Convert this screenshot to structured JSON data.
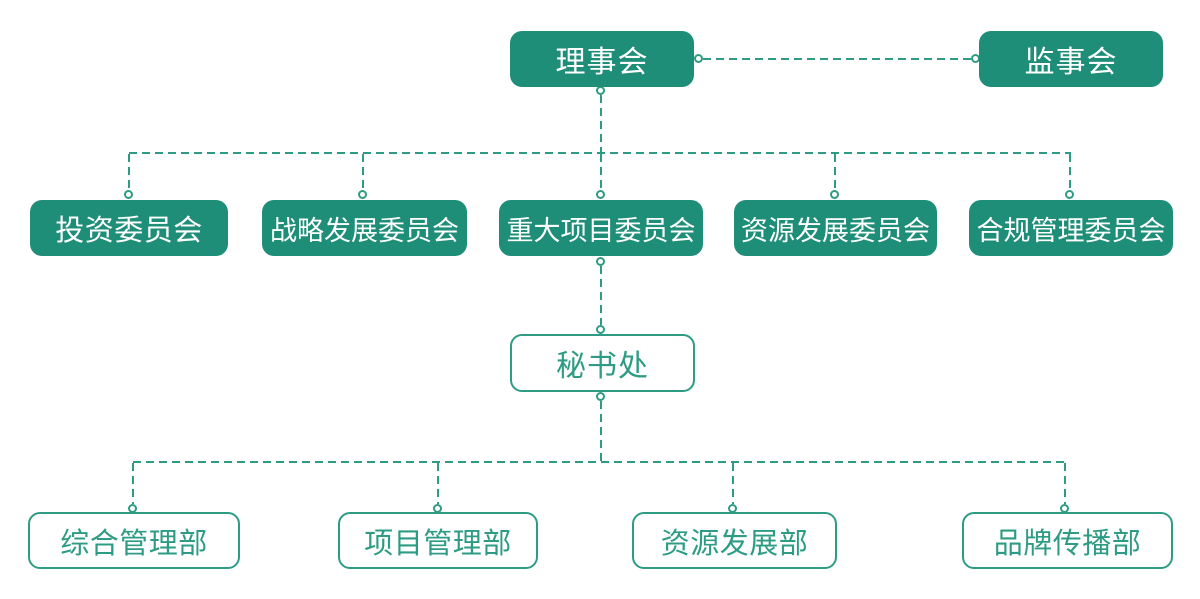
{
  "diagram_title": "",
  "colors": {
    "node_fill_green": "#1f8e78",
    "line_and_border_green": "#2e9c84",
    "text_on_filled_node": "#ffffff",
    "background": "#ffffff"
  },
  "nodes": {
    "board": "理事会",
    "supervisory_board": "监事会",
    "investment_committee": "投资委员会",
    "strategic_development_committee": "战略发展委员会",
    "major_project_committee": "重大项目委员会",
    "resource_development_committee": "资源发展委员会",
    "compliance_management_committee": "合规管理委员会",
    "secretariat": "秘书处",
    "general_management_dept": "综合管理部",
    "project_management_dept": "项目管理部",
    "resource_development_dept": "资源发展部",
    "brand_communication_dept": "品牌传播部"
  },
  "edges": [
    {
      "from": "理事会",
      "to": "监事会",
      "style": "dashed"
    },
    {
      "from": "理事会",
      "to": "投资委员会",
      "style": "dashed"
    },
    {
      "from": "理事会",
      "to": "战略发展委员会",
      "style": "dashed"
    },
    {
      "from": "理事会",
      "to": "重大项目委员会",
      "style": "dashed"
    },
    {
      "from": "理事会",
      "to": "资源发展委员会",
      "style": "dashed"
    },
    {
      "from": "理事会",
      "to": "合规管理委员会",
      "style": "dashed"
    },
    {
      "from": "重大项目委员会",
      "to": "秘书处",
      "style": "dashed"
    },
    {
      "from": "秘书处",
      "to": "综合管理部",
      "style": "dashed"
    },
    {
      "from": "秘书处",
      "to": "项目管理部",
      "style": "dashed"
    },
    {
      "from": "秘书处",
      "to": "资源发展部",
      "style": "dashed"
    },
    {
      "from": "秘书处",
      "to": "品牌传播部",
      "style": "dashed"
    }
  ]
}
